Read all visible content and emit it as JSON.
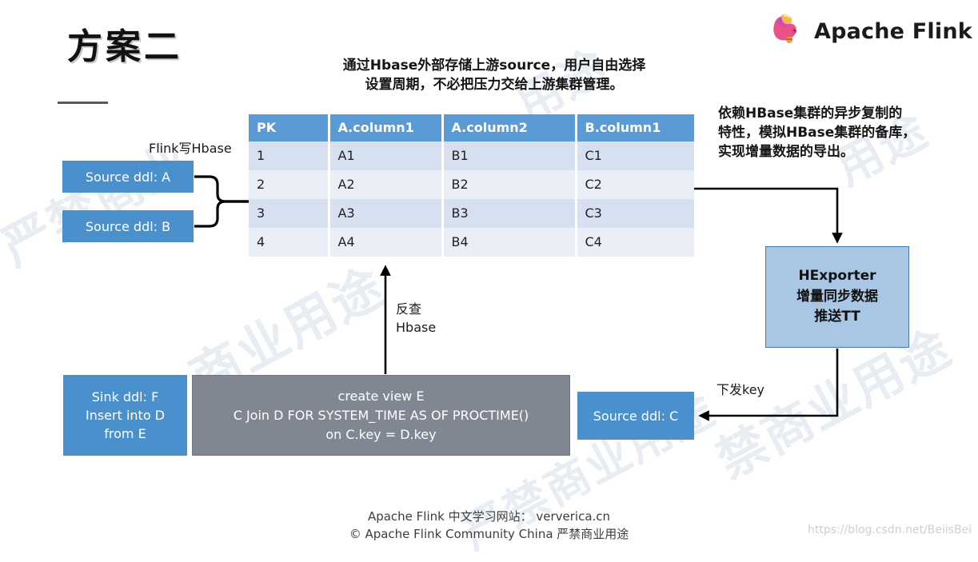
{
  "slide": {
    "title": "方案二",
    "brand": "Apache Flink",
    "logo_icon": "flink-squirrel-logo"
  },
  "callouts": {
    "top": "通过Hbase外部存储上游source，用户自由选择\n设置周期，不必把压力交给上游集群管理。",
    "right": "依赖HBase集群的异步复制的\n特性，模拟HBase集群的备库，\n实现增量数据的导出。"
  },
  "table": {
    "headers": [
      "PK",
      "A.column1",
      "A.column2",
      "B.column1"
    ],
    "rows": [
      [
        "1",
        "A1",
        "B1",
        "C1"
      ],
      [
        "2",
        "A2",
        "B2",
        "C2"
      ],
      [
        "3",
        "A3",
        "B3",
        "C3"
      ],
      [
        "4",
        "A4",
        "B4",
        "C4"
      ]
    ]
  },
  "boxes": {
    "source_a": "Source ddl: A",
    "source_b": "Source ddl: B",
    "source_c": "Source ddl: C",
    "sink_f": "Sink ddl: F\nInsert into D\nfrom E",
    "view_e": "create view E\nC Join D FOR SYSTEM_TIME AS OF PROCTIME()\non C.key = D.key",
    "hexporter": "HExporter\n增量同步数据\n推送TT"
  },
  "labels": {
    "flink_write_hbase": "Flink写Hbase",
    "recheck_hbase": "反查\nHbase",
    "push_key": "下发key"
  },
  "watermarks": {
    "a": "严禁商业",
    "b": "商业用途",
    "c": "用途",
    "d": "禁商业用途",
    "e": "用途",
    "f": "严禁商业用途"
  },
  "footer": {
    "line1": "Apache Flink 中文学习网站： ververica.cn",
    "line2": "© Apache Flink Community China  严禁商业用途",
    "csdn": "https://blog.csdn.net/BeiisBei"
  },
  "colors": {
    "accent_blue": "#5B9BD5",
    "box_blue": "#4A90CD",
    "box_gray": "#808692",
    "box_light_blue": "#A9C7E4",
    "row_odd": "#D6E0F0",
    "row_even": "#EAEFF7"
  }
}
